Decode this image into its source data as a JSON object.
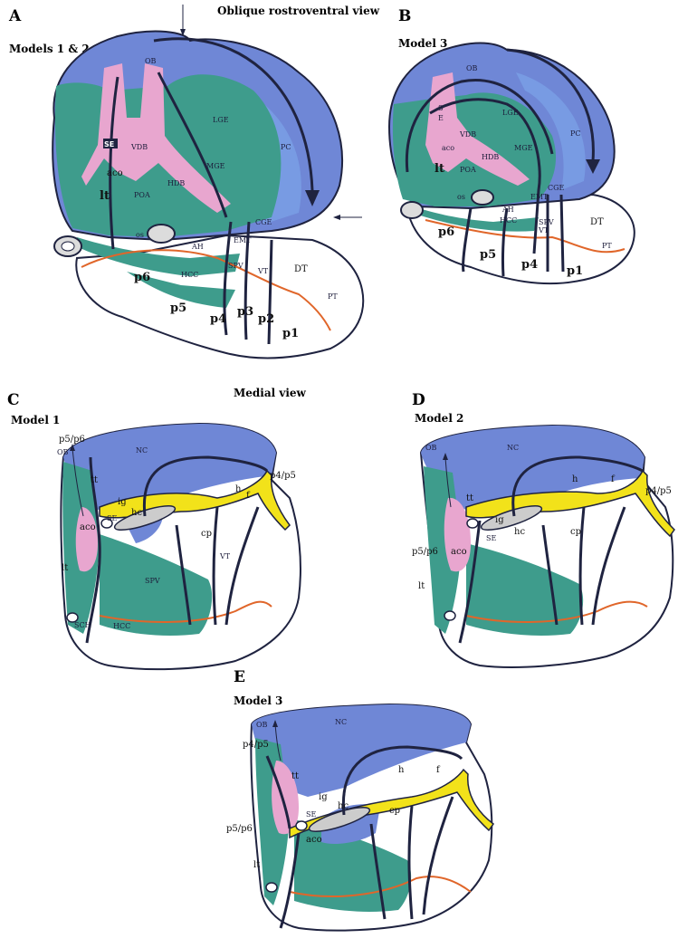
{
  "headings": {
    "oblique": "Oblique rostroventral view",
    "medial": "Medial view"
  },
  "panels": {
    "A": {
      "letter": "A",
      "title": "Models 1 & 2"
    },
    "B": {
      "letter": "B",
      "title": "Model 3"
    },
    "C": {
      "letter": "C",
      "title": "Model 1"
    },
    "D": {
      "letter": "D",
      "title": "Model 2"
    },
    "E": {
      "letter": "E",
      "title": "Model 3"
    }
  },
  "labels": {
    "OB": "OB",
    "PC": "PC",
    "LGE": "LGE",
    "MGE": "MGE",
    "SE": "SE",
    "VDB": "VDB",
    "HDB": "HDB",
    "POA": "POA",
    "aco": "aco",
    "lt": "lt",
    "os": "os",
    "AH": "AH",
    "CGE": "CGE",
    "EMT": "EMT",
    "SPV": "SPV",
    "HCC": "HCC",
    "VT": "VT",
    "DT": "DT",
    "PT": "PT",
    "p1": "p1",
    "p2": "p2",
    "p3": "p3",
    "p4": "p4",
    "p5": "p5",
    "p6": "p6",
    "S": "S",
    "E": "E",
    "NC": "NC",
    "tt": "tt",
    "ig": "ig",
    "hc": "hc",
    "h": "h",
    "f": "f",
    "cp": "cp",
    "SCH": "SCH",
    "p5p6": "p5/p6",
    "p4p5": "p4/p5"
  },
  "colors": {
    "cortex_blue": "#6f87d6",
    "cortex_light_blue": "#7aa0e6",
    "ganglionic_green": "#3e9c8c",
    "septal_pink": "#e8a6cf",
    "boundary_orange": "#e0662a",
    "fiber_yellow": "#f2e21a",
    "outline": "#1f2340"
  }
}
